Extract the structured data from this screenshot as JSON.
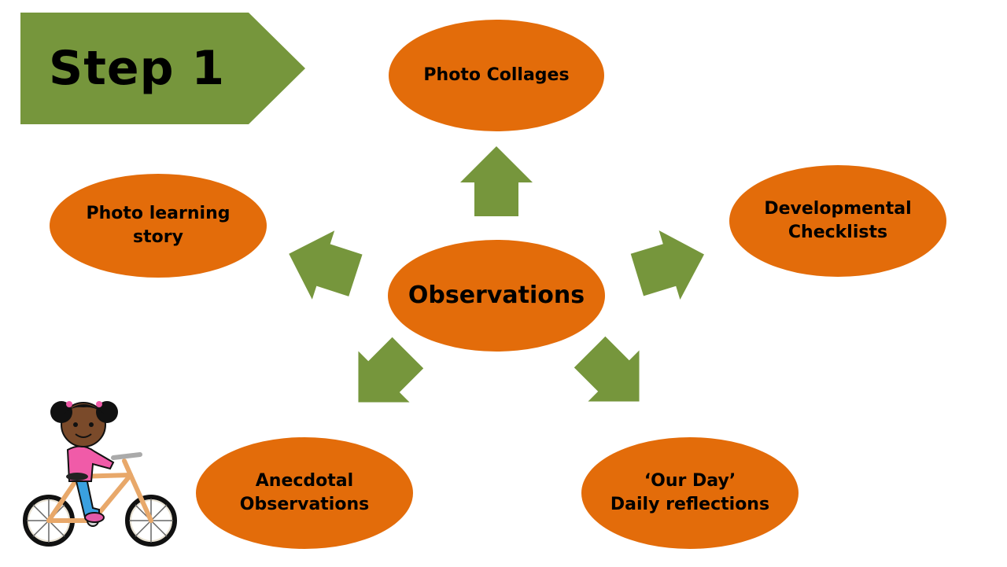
{
  "banner": {
    "label": "Step 1"
  },
  "center": {
    "label": "Observations"
  },
  "nodes": {
    "photo_collages": {
      "lines": [
        "Photo Collages"
      ]
    },
    "developmental": {
      "lines": [
        "Developmental",
        "Checklists"
      ]
    },
    "our_day": {
      "lines": [
        "‘Our Day’",
        "Daily reflections"
      ]
    },
    "anecdotal": {
      "lines": [
        "Anecdotal",
        "Observations"
      ]
    },
    "photo_learning": {
      "lines": [
        "Photo learning",
        "story"
      ]
    }
  },
  "colors": {
    "accent_green": "#76963c",
    "node_orange": "#e36c0a",
    "text": "#000000"
  },
  "icons": {
    "arrows": "arrow-icon",
    "illustration": "girl-on-bicycle-icon"
  }
}
